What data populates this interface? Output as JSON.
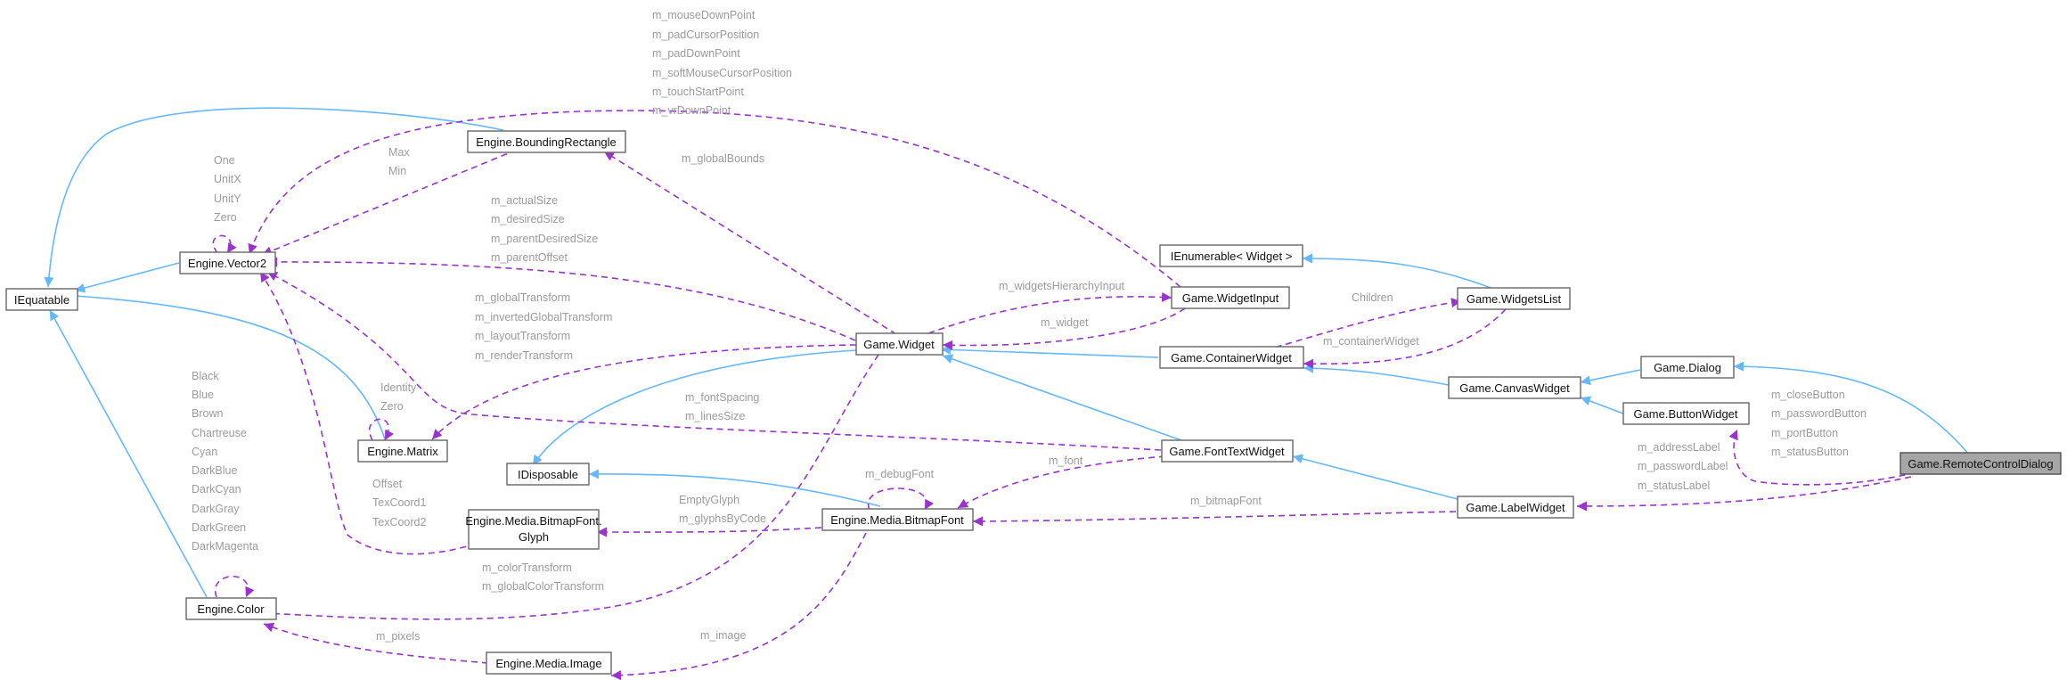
{
  "colors": {
    "inheritance": "#63b8ff",
    "usage": "#9a32cd",
    "highlight_node": "#a6a6a6",
    "edge_label": "#9b9b9b"
  },
  "nodes": {
    "iequatable": "IEquatable",
    "vector2": "Engine.Vector2",
    "bounding_rectangle": "Engine.BoundingRectangle",
    "matrix": "Engine.Matrix",
    "color": "Engine.Color",
    "bitmap_font_glyph_line1": "Engine.Media.BitmapFont.",
    "bitmap_font_glyph_line2": "Glyph",
    "media_image": "Engine.Media.Image",
    "idisposable": "IDisposable",
    "bitmap_font": "Engine.Media.BitmapFont",
    "widget": "Game.Widget",
    "ienumerable": "IEnumerable< Widget >",
    "widget_input": "Game.WidgetInput",
    "container_widget": "Game.ContainerWidget",
    "font_text_widget": "Game.FontTextWidget",
    "widgets_list": "Game.WidgetsList",
    "canvas_widget": "Game.CanvasWidget",
    "label_widget": "Game.LabelWidget",
    "dialog": "Game.Dialog",
    "button_widget": "Game.ButtonWidget",
    "remote_control_dialog": "Game.RemoteControlDialog"
  },
  "edge_labels": {
    "input_points": [
      "m_mouseDownPoint",
      "m_padCursorPosition",
      "m_padDownPoint",
      "m_softMouseCursorPosition",
      "m_touchStartPoint",
      "m_vrDownPoint"
    ],
    "vector2_self": [
      "One",
      "UnitX",
      "UnitY",
      "Zero"
    ],
    "rect_to_vector": [
      "Max",
      "Min"
    ],
    "global_bounds": "m_globalBounds",
    "widget_sizes": [
      "m_actualSize",
      "m_desiredSize",
      "m_parentDesiredSize",
      "m_parentOffset"
    ],
    "widget_transforms": [
      "m_globalTransform",
      "m_invertedGlobalTransform",
      "m_layoutTransform",
      "m_renderTransform"
    ],
    "matrix_self": [
      "Identity",
      "Zero"
    ],
    "color_self": [
      "Black",
      "Blue",
      "Brown",
      "Chartreuse",
      "Cyan",
      "DarkBlue",
      "DarkCyan",
      "DarkGray",
      "DarkGreen",
      "DarkMagenta"
    ],
    "glyph_to_vector": [
      "Offset",
      "TexCoord1",
      "TexCoord2"
    ],
    "font_spacing": [
      "m_fontSpacing",
      "m_linesSize"
    ],
    "glyph_links": [
      "EmptyGlyph",
      "m_glyphsByCode"
    ],
    "debug_font": "m_debugFont",
    "font": "m_font",
    "bitmap_font_label": "m_bitmapFont",
    "color_transforms": [
      "m_colorTransform",
      "m_globalColorTransform"
    ],
    "pixels": "m_pixels",
    "image": "m_image",
    "widgets_hierarchy_input": "m_widgetsHierarchyInput",
    "widget_link": "m_widget",
    "children": "Children",
    "container_widget_link": "m_containerWidget",
    "buttons": [
      "m_closeButton",
      "m_passwordButton",
      "m_portButton",
      "m_statusButton"
    ],
    "labels": [
      "m_addressLabel",
      "m_passwordLabel",
      "m_statusLabel"
    ]
  }
}
